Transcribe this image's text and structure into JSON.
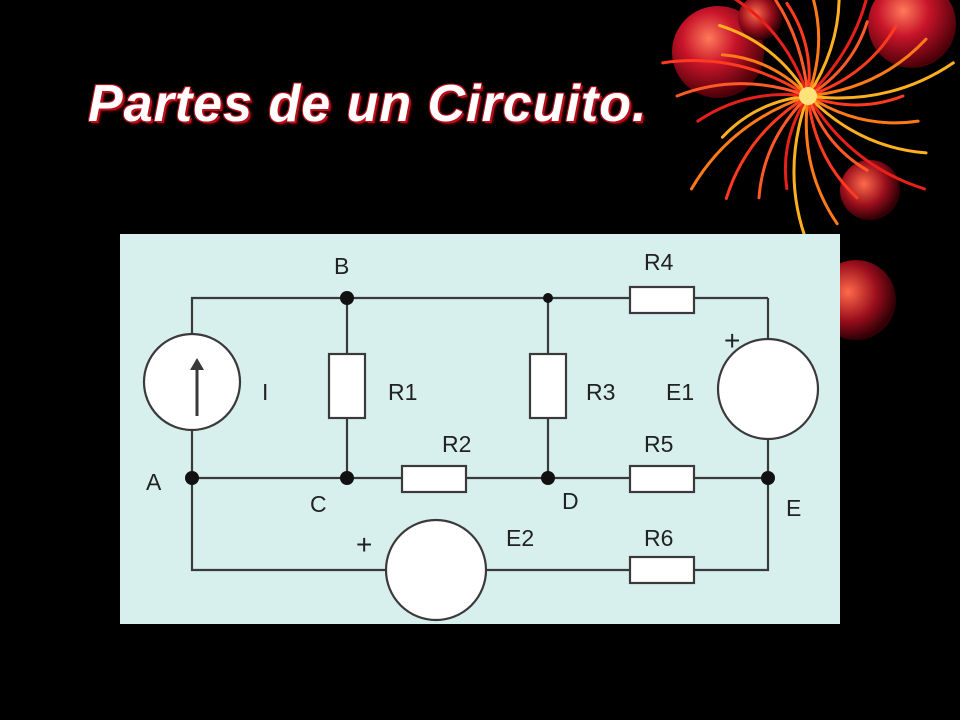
{
  "slide": {
    "title": "Partes de un Circuito.",
    "background_color": "#000000",
    "title_color": "#ffffff",
    "title_shadow_color": "#b8101b",
    "decoration": "red-orange-firework-icon"
  },
  "diagram": {
    "panel_color": "#d7f0ee",
    "wire_color": "#3a3a3a",
    "nodes": [
      "A",
      "B",
      "C",
      "D",
      "E"
    ],
    "components": {
      "current_source": "I",
      "r1": "R1",
      "r2": "R2",
      "r3": "R3",
      "r4": "R4",
      "r5": "R5",
      "r6": "R6",
      "e1": "E1",
      "e2": "E2"
    },
    "polarity": {
      "e1": "+",
      "e2": "+"
    }
  }
}
